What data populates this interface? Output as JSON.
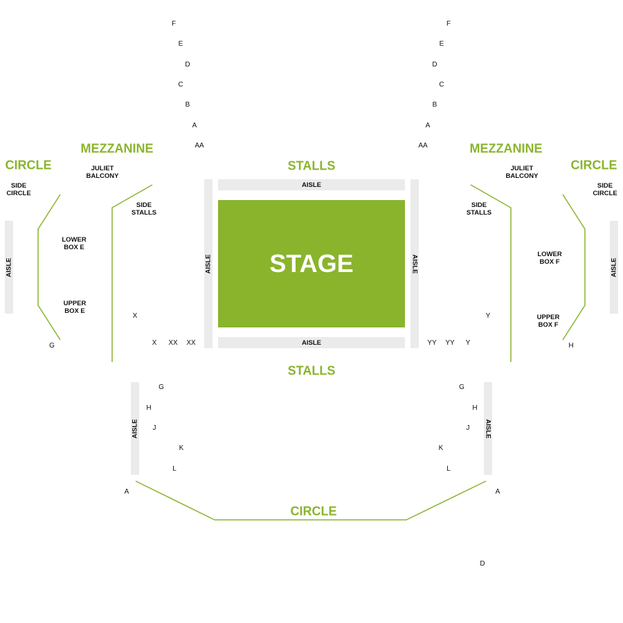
{
  "colors": {
    "accent": "#8ab42c",
    "aisle": "#ebebeb",
    "text": "#111111"
  },
  "stage": {
    "label": "STAGE"
  },
  "sections": {
    "stalls_top": "STALLS",
    "stalls_bottom": "STALLS",
    "mezzanine_left": "MEZZANINE",
    "mezzanine_right": "MEZZANINE",
    "circle_left": "CIRCLE",
    "circle_right": "CIRCLE",
    "circle_bottom": "CIRCLE"
  },
  "areas": {
    "juliet_left": [
      "JULIET",
      "BALCONY"
    ],
    "juliet_right": [
      "JULIET",
      "BALCONY"
    ],
    "side_circle_left": [
      "SIDE",
      "CIRCLE"
    ],
    "side_circle_right": [
      "SIDE",
      "CIRCLE"
    ],
    "side_stalls_left": [
      "SIDE",
      "STALLS"
    ],
    "side_stalls_right": [
      "SIDE",
      "STALLS"
    ],
    "lower_box_e": [
      "LOWER",
      "BOX E"
    ],
    "upper_box_e": [
      "UPPER",
      "BOX E"
    ],
    "lower_box_f": [
      "LOWER",
      "BOX F"
    ],
    "upper_box_f": [
      "UPPER",
      "BOX F"
    ]
  },
  "aisle_label": "AISLE",
  "rows": {
    "top_left": [
      "F",
      "E",
      "D",
      "C",
      "B",
      "A",
      "AA"
    ],
    "top_right": [
      "F",
      "E",
      "D",
      "C",
      "B",
      "A",
      "AA"
    ],
    "mid_left": [
      "X",
      "X",
      "XX",
      "XX"
    ],
    "mid_right": [
      "Y",
      "YY",
      "YY",
      "Y"
    ],
    "bottom_left": [
      "G",
      "H",
      "J",
      "K",
      "L"
    ],
    "bottom_right": [
      "G",
      "H",
      "J",
      "K",
      "L"
    ],
    "misc": [
      "G",
      "H",
      "A",
      "A",
      "D"
    ]
  }
}
